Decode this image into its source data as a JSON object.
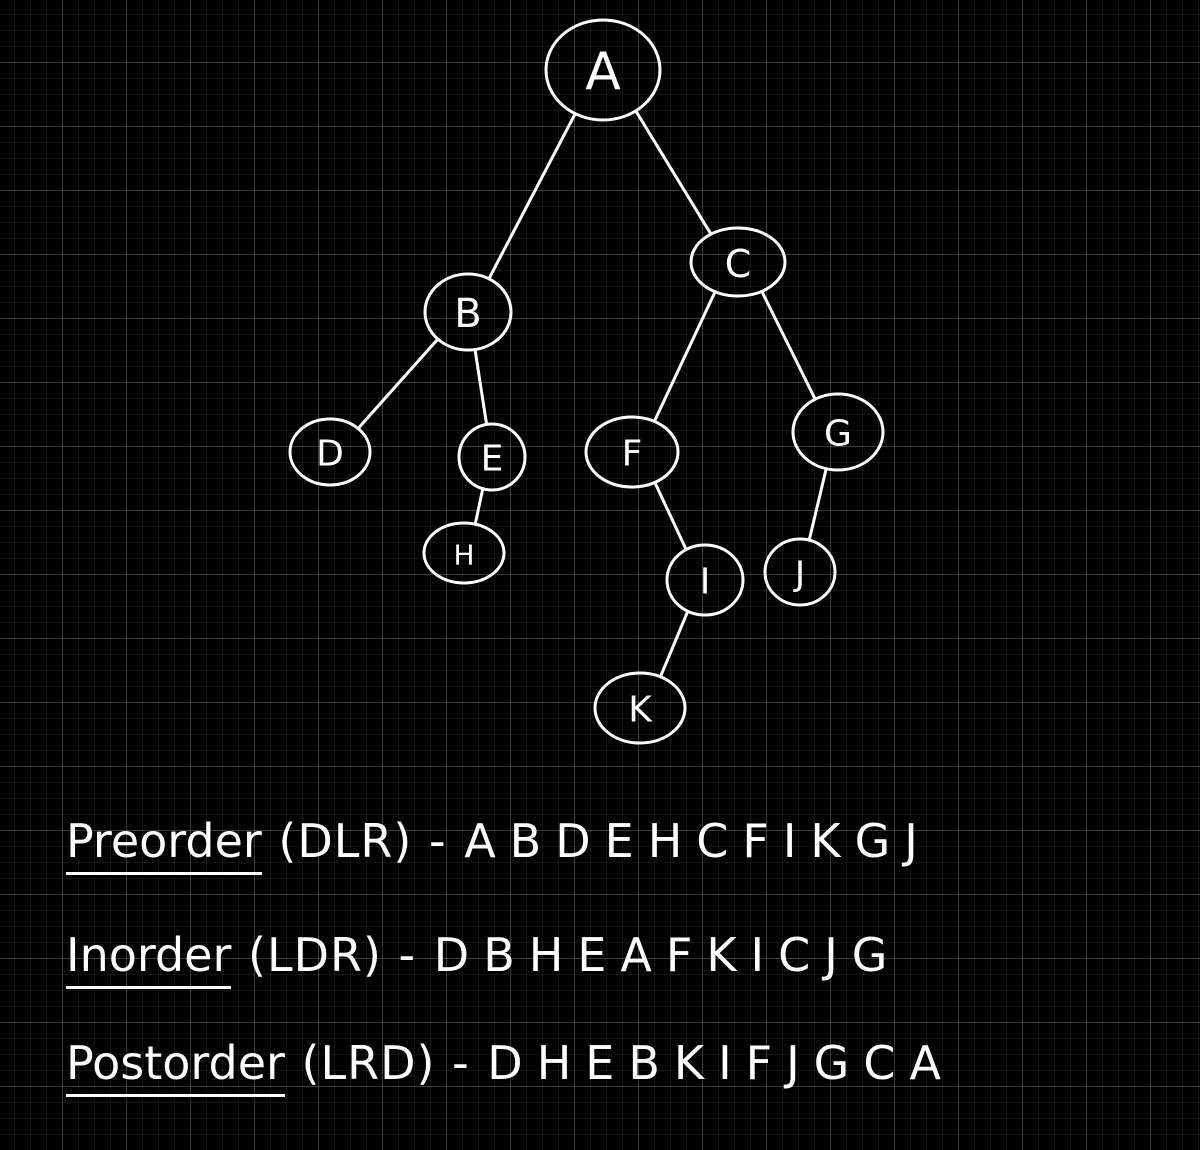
{
  "tree": {
    "nodes": [
      {
        "id": "A",
        "label": "A"
      },
      {
        "id": "B",
        "label": "B"
      },
      {
        "id": "C",
        "label": "C"
      },
      {
        "id": "D",
        "label": "D"
      },
      {
        "id": "E",
        "label": "E"
      },
      {
        "id": "F",
        "label": "F"
      },
      {
        "id": "G",
        "label": "G"
      },
      {
        "id": "H",
        "label": "H"
      },
      {
        "id": "I",
        "label": "I"
      },
      {
        "id": "J",
        "label": "J"
      },
      {
        "id": "K",
        "label": "K"
      }
    ],
    "edges": [
      {
        "from": "A",
        "to": "B"
      },
      {
        "from": "A",
        "to": "C"
      },
      {
        "from": "B",
        "to": "D"
      },
      {
        "from": "B",
        "to": "E"
      },
      {
        "from": "E",
        "to": "H"
      },
      {
        "from": "C",
        "to": "F"
      },
      {
        "from": "C",
        "to": "G"
      },
      {
        "from": "F",
        "to": "I"
      },
      {
        "from": "I",
        "to": "K"
      },
      {
        "from": "G",
        "to": "J"
      }
    ]
  },
  "traversals": {
    "preorder": {
      "name": "Preorder",
      "code": "(DLR)",
      "separator": "-",
      "sequence": "ABDEHCFIKGJ"
    },
    "inorder": {
      "name": "Inorder",
      "code": "(LDR)",
      "separator": "-",
      "sequence": "DBHEAFKICJG"
    },
    "postorder": {
      "name": "Postorder",
      "code": "(LRD)",
      "separator": "-",
      "sequence": "DHEBKIFJGCA"
    }
  },
  "colors": {
    "background": "#000000",
    "ink": "#ffffff",
    "grid": "#3a3a3a"
  }
}
